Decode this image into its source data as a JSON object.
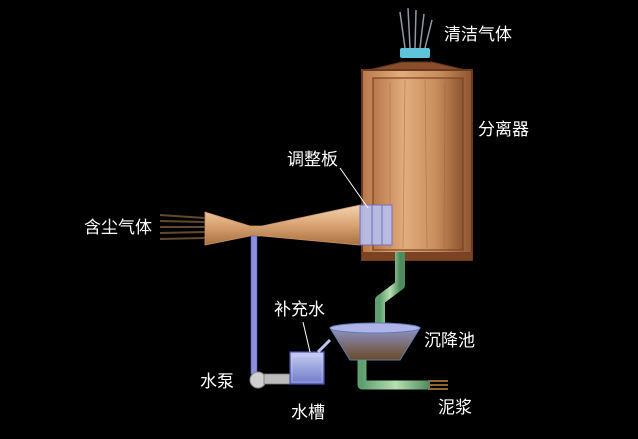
{
  "labels": {
    "clean_gas": "清洁气体",
    "separator": "分离器",
    "baffle": "调整板",
    "dusty_gas": "含尘气体",
    "makeup_water": "补充水",
    "settling_tank": "沉降池",
    "water_pump": "水泵",
    "water_tank": "水槽",
    "sludge": "泥浆"
  },
  "colors": {
    "background": "#000000",
    "separator_body": "#c98d5c",
    "throat": "#e0b48a",
    "water_pipe": "#8f8fe0",
    "green_pipe": "#7fbf7f",
    "tank_blue": "#9fa8e8",
    "sludge": "#a0703a"
  },
  "icons": [
    "dust-particle-icon",
    "spray-icon"
  ]
}
